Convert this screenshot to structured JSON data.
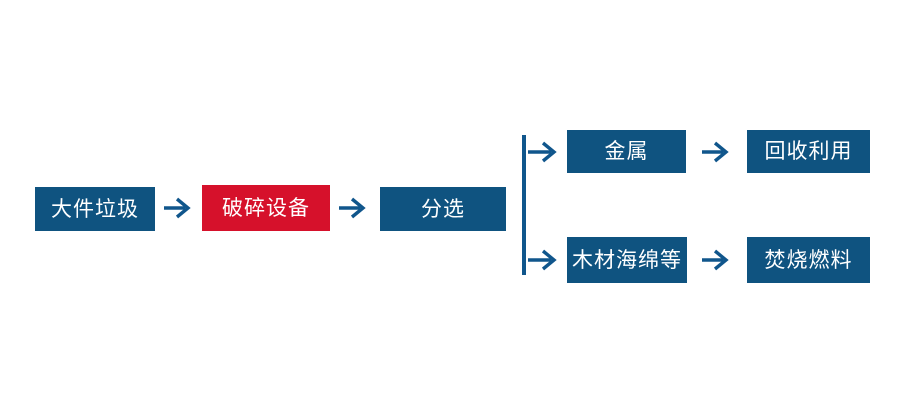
{
  "page": {
    "background": "#ffffff"
  },
  "palette": {
    "node_blue": "#0f5380",
    "node_red": "#d6112b",
    "arrow_blue": "#10568c",
    "label_white": "#ffffff"
  },
  "flowchart": {
    "nodes": [
      {
        "id": "bulky-waste",
        "label": "大件垃圾",
        "color": "blue"
      },
      {
        "id": "crushing-equipment",
        "label": "破碎设备",
        "color": "red"
      },
      {
        "id": "sorting",
        "label": "分选",
        "color": "blue"
      },
      {
        "id": "metal",
        "label": "金属",
        "color": "blue"
      },
      {
        "id": "recycling",
        "label": "回收利用",
        "color": "blue"
      },
      {
        "id": "wood-sponge-etc",
        "label": "木材海绵等",
        "color": "blue"
      },
      {
        "id": "incineration-fuel",
        "label": "焚烧燃料",
        "color": "blue"
      }
    ],
    "edges": [
      {
        "from": "bulky-waste",
        "to": "crushing-equipment"
      },
      {
        "from": "crushing-equipment",
        "to": "sorting"
      },
      {
        "from": "sorting",
        "to": "metal"
      },
      {
        "from": "sorting",
        "to": "wood-sponge-etc"
      },
      {
        "from": "metal",
        "to": "recycling"
      },
      {
        "from": "wood-sponge-etc",
        "to": "incineration-fuel"
      }
    ]
  }
}
